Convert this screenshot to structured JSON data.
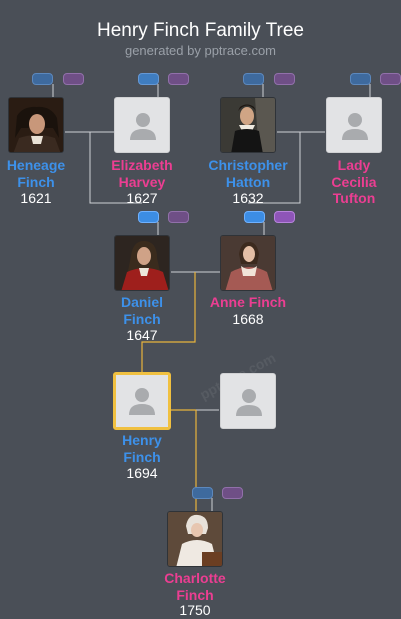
{
  "header": {
    "title": "Henry Finch Family Tree",
    "subtitle": "generated by pptrace.com"
  },
  "watermark": "pptrace.com",
  "people": {
    "heneage": {
      "name": "Heneage Finch",
      "year": "1621"
    },
    "elizabeth": {
      "name": "Elizabeth Harvey",
      "year": "1627"
    },
    "christopher": {
      "name": "Christopher Hatton",
      "year": "1632"
    },
    "cecilia": {
      "name": "Lady Cecilia Tufton",
      "year": ""
    },
    "daniel": {
      "name": "Daniel Finch",
      "year": "1647"
    },
    "anne": {
      "name": "Anne Finch",
      "year": "1668"
    },
    "henry": {
      "name": "Henry Finch",
      "year": "1694"
    },
    "spouse_unknown": {
      "name": "",
      "year": ""
    },
    "charlotte": {
      "name": "Charlotte Finch",
      "year": "1750"
    }
  },
  "colors": {
    "background": "#4a4f57",
    "male": "#3d91ea",
    "female": "#ec3e92",
    "highlight_line": "#e8b33c",
    "line": "#cfd2d6"
  },
  "icons": {
    "placeholder": "person-silhouette-icon",
    "expand_parents_father": "blue-expand-pill",
    "expand_parents_mother": "purple-expand-pill"
  }
}
